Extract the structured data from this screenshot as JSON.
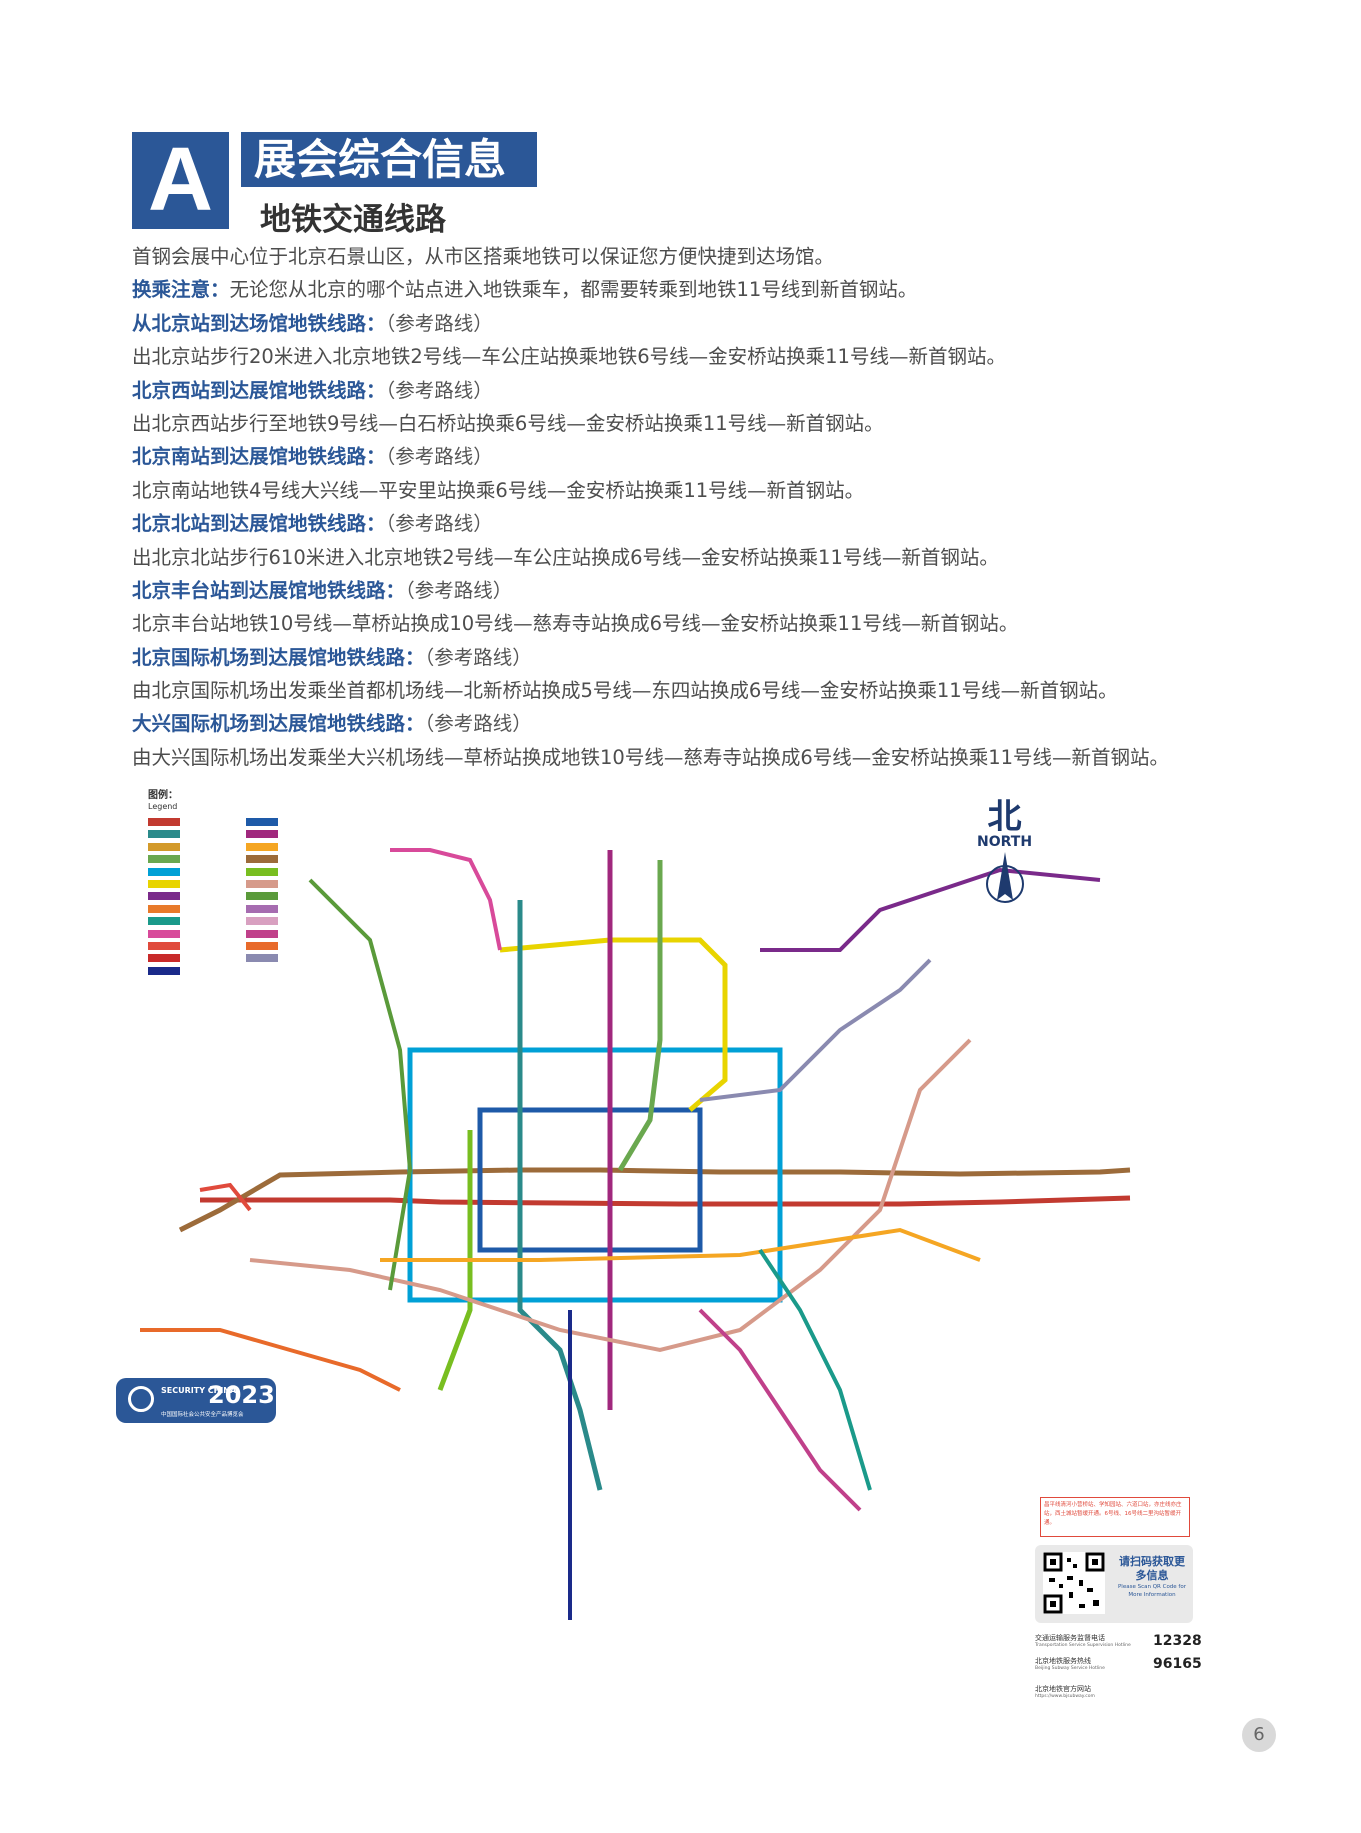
{
  "header": {
    "section_letter": "A",
    "title": "展会综合信息",
    "subtitle": "地铁交通线路"
  },
  "intro": "首钢会展中心位于北京石景山区，从市区搭乘地铁可以保证您方便快捷到达场馆。",
  "note": {
    "label": "换乘注意：",
    "text": "无论您从北京的哪个站点进入地铁乘车，都需要转乘到地铁11号线到新首钢站。"
  },
  "routes": [
    {
      "heading": "从北京站到达场馆地铁线路：",
      "ref": "（参考路线）",
      "text": "出北京站步行20米进入北京地铁2号线—车公庄站换乘地铁6号线—金安桥站换乘11号线—新首钢站。"
    },
    {
      "heading": "北京西站到达展馆地铁线路：",
      "ref": "（参考路线）",
      "text": "出北京西站步行至地铁9号线—白石桥站换乘6号线—金安桥站换乘11号线—新首钢站。"
    },
    {
      "heading": "北京南站到达展馆地铁线路：",
      "ref": "（参考路线）",
      "text": "北京南站地铁4号线大兴线—平安里站换乘6号线—金安桥站换乘11号线—新首钢站。"
    },
    {
      "heading": "北京北站到达展馆地铁线路：",
      "ref": "（参考路线）",
      "text": "出北京北站步行610米进入北京地铁2号线—车公庄站换成6号线—金安桥站换乘11号线—新首钢站。"
    },
    {
      "heading": "北京丰台站到达展馆地铁线路：",
      "ref": "（参考路线）",
      "text": "北京丰台站地铁10号线—草桥站换成10号线—慈寿寺站换成6号线—金安桥站换乘11号线—新首钢站。"
    },
    {
      "heading": "北京国际机场到达展馆地铁线路：",
      "ref": "（参考路线）",
      "text": "由北京国际机场出发乘坐首都机场线—北新桥站换成5号线—东四站换成6号线—金安桥站换乘11号线—新首钢站。"
    },
    {
      "heading": "大兴国际机场到达展馆地铁线路：",
      "ref": "（参考路线）",
      "text": "由大兴国际机场出发乘坐大兴机场线—草桥站换成地铁10号线—慈寿寺站换成6号线—金安桥站换乘11号线—新首钢站。"
    }
  ],
  "map": {
    "legend_title": "图例：",
    "legend_subtitle": "Legend",
    "legend": [
      {
        "color": "#c23a30"
      },
      {
        "color": "#1e5aa8"
      },
      {
        "color": "#2a8a8a"
      },
      {
        "color": "#a0287d"
      },
      {
        "color": "#d39a2a"
      },
      {
        "color": "#f5a623"
      },
      {
        "color": "#6aa84f"
      },
      {
        "color": "#9c6b3a"
      },
      {
        "color": "#00a0d6"
      },
      {
        "color": "#78be20"
      },
      {
        "color": "#e8d400"
      },
      {
        "color": "#d69a8a"
      },
      {
        "color": "#7a2a8a"
      },
      {
        "color": "#5a9a3a"
      },
      {
        "color": "#e87a2a"
      },
      {
        "color": "#a66cb0"
      },
      {
        "color": "#1a9a8a"
      },
      {
        "color": "#d8a0c0"
      },
      {
        "color": "#d84a9a"
      },
      {
        "color": "#c0408a"
      },
      {
        "color": "#e04a3c"
      },
      {
        "color": "#e86a2a"
      },
      {
        "color": "#c82a2a"
      },
      {
        "color": "#8a8ab0"
      },
      {
        "color": "#1a2a8a"
      }
    ],
    "north_cn": "北",
    "north_en": "NORTH",
    "qr_title": "请扫码获取更多信息",
    "qr_sub": "Please Scan QR Code for More Information",
    "hotlines": [
      {
        "label": "交通运输服务监督电话",
        "sub": "Transportation Service Supervision Hotline",
        "number": "12328"
      },
      {
        "label": "北京地铁服务热线",
        "sub": "Beijing Subway Service Hotline",
        "number": "96165"
      },
      {
        "label": "北京地铁官方网站",
        "sub": "https://www.bjsubway.com",
        "number": ""
      }
    ],
    "badge_name": "SECURITY CHINA",
    "badge_year": "2023",
    "badge_cn": "中国国际社会公共安全产品博览会",
    "notice": "昌平线清河小营桥站、学知园站、六道口站，亦庄线亦庄站，西土城站暂缓开通。6号线、16号线二里沟站暂缓开通。"
  },
  "page_number": "6"
}
